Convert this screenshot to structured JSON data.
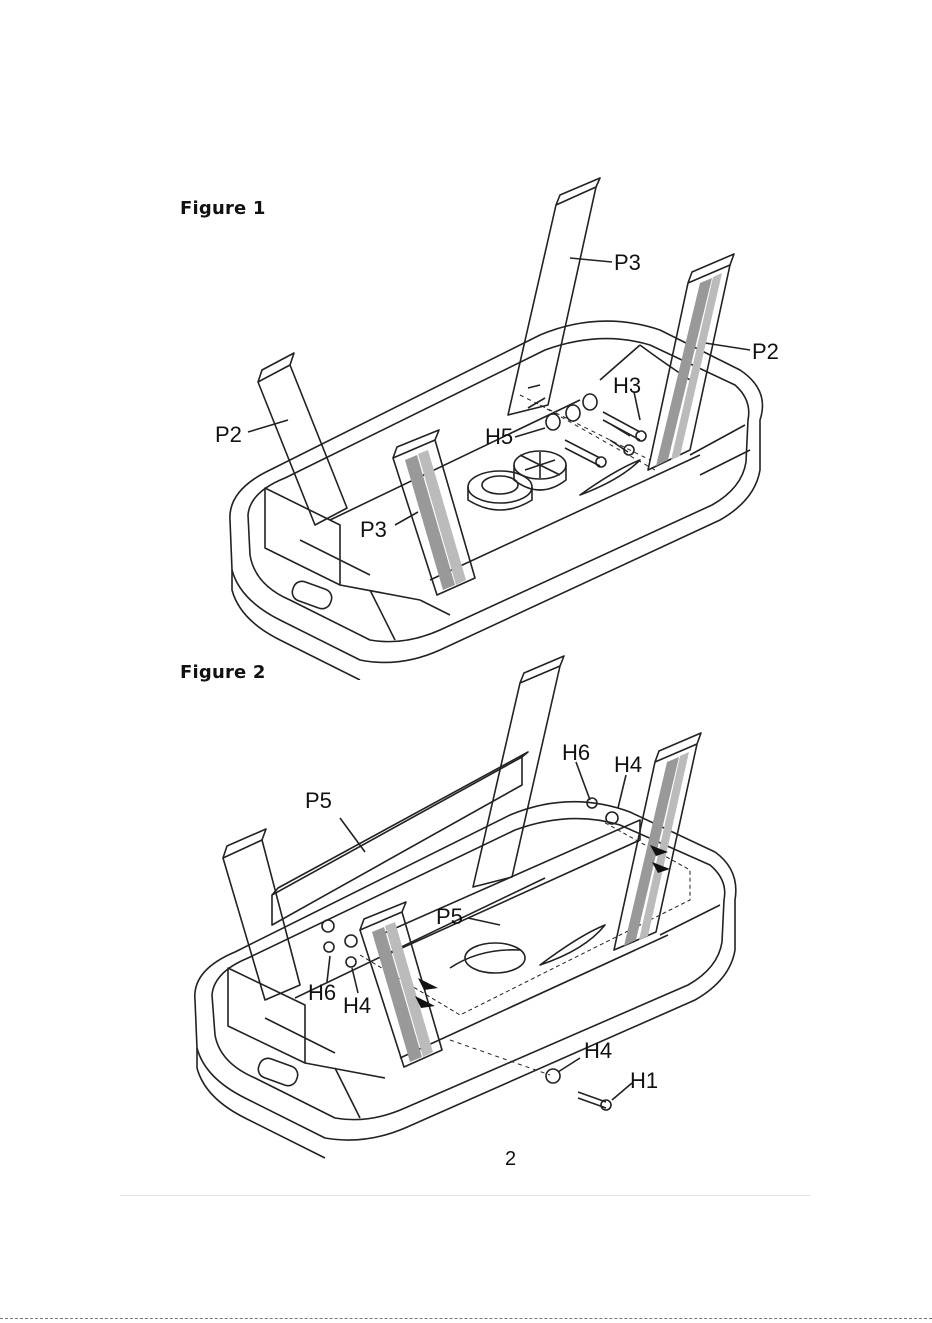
{
  "figures": [
    {
      "title": "Figure 1",
      "labels": {
        "p3_top": "P3",
        "p2_right": "P2",
        "h3": "H3",
        "p2_left": "P2",
        "h5": "H5",
        "p3_bottom": "P3"
      }
    },
    {
      "title": "Figure 2",
      "labels": {
        "h6_top": "H6",
        "h4_top": "H4",
        "p5_top": "P5",
        "p5_mid": "P5",
        "h6_left": "H6",
        "h4_left": "H4",
        "h4_bottom": "H4",
        "h1": "H1"
      }
    }
  ],
  "page_number": "2"
}
